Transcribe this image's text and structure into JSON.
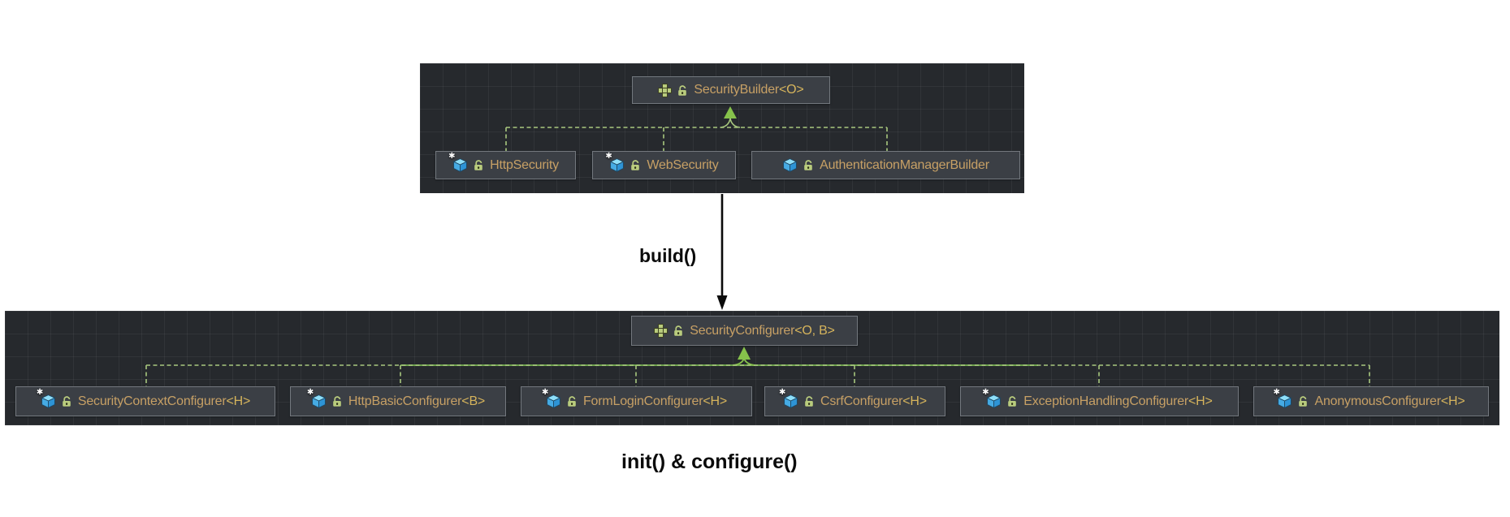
{
  "diagram": {
    "arrow_label": "build()",
    "bottom_label": "init() & configure()",
    "top_panel": {
      "parent": {
        "label": "SecurityBuilder",
        "generic": "<O>",
        "kind": "interface",
        "visibility": "public"
      },
      "children": [
        {
          "label": "HttpSecurity",
          "generic": "",
          "kind": "class",
          "final": true,
          "visibility": "public"
        },
        {
          "label": "WebSecurity",
          "generic": "",
          "kind": "class",
          "final": true,
          "visibility": "public"
        },
        {
          "label": "AuthenticationManagerBuilder",
          "generic": "",
          "kind": "class",
          "final": false,
          "visibility": "public"
        }
      ]
    },
    "bottom_panel": {
      "parent": {
        "label": "SecurityConfigurer",
        "generic": "<O, B>",
        "kind": "interface",
        "visibility": "public"
      },
      "children": [
        {
          "label": "SecurityContextConfigurer",
          "generic": "<H>",
          "kind": "class",
          "final": true,
          "visibility": "public"
        },
        {
          "label": "HttpBasicConfigurer",
          "generic": "<B>",
          "kind": "class",
          "final": true,
          "visibility": "public"
        },
        {
          "label": "FormLoginConfigurer",
          "generic": "<H>",
          "kind": "class",
          "final": true,
          "visibility": "public"
        },
        {
          "label": "CsrfConfigurer",
          "generic": "<H>",
          "kind": "class",
          "final": true,
          "visibility": "public"
        },
        {
          "label": "ExceptionHandlingConfigurer",
          "generic": "<H>",
          "kind": "class",
          "final": true,
          "visibility": "public"
        },
        {
          "label": "AnonymousConfigurer",
          "generic": "<H>",
          "kind": "class",
          "final": true,
          "visibility": "public"
        }
      ]
    },
    "icons": {
      "interface": "interface-icon",
      "class": "class-icon",
      "unlocked": "unlocked-lock-icon",
      "final_marker": "final-star-icon"
    },
    "colors": {
      "page_bg": "#ffffff",
      "panel_bg": "#26292d",
      "node_bg": "#3b3f45",
      "node_border": "#73787e",
      "name_text": "#c7a065",
      "generic_text": "#d6b45c",
      "connector_dashed_green": "#a8c87e",
      "connector_solid_green": "#6ea24e",
      "arrowhead_green": "#86c24b",
      "flow_arrow_black": "#0b0b0b",
      "icon_green": "#b9cc7d",
      "icon_blue": "#46abe4"
    }
  }
}
